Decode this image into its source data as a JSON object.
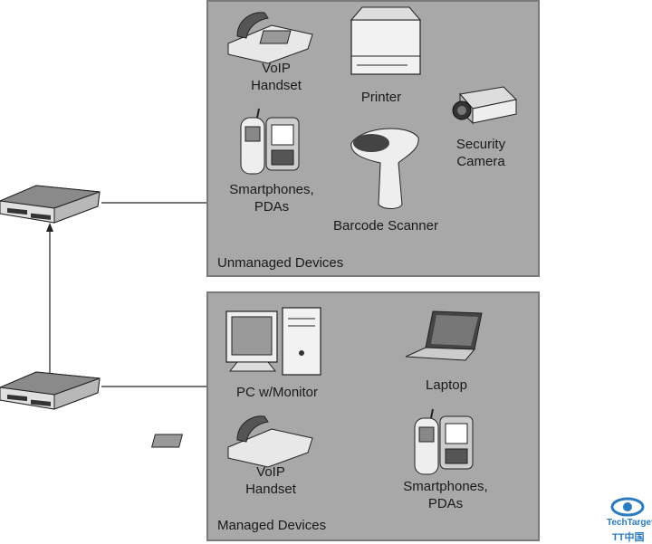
{
  "unmanaged": {
    "title": "Unmanaged Devices",
    "devices": [
      {
        "line1": "VoIP",
        "line2": "Handset"
      },
      {
        "line1": "Printer",
        "line2": ""
      },
      {
        "line1": "Security",
        "line2": "Camera"
      },
      {
        "line1": "Smartphones,",
        "line2": "PDAs"
      },
      {
        "line1": "Barcode Scanner",
        "line2": ""
      }
    ]
  },
  "managed": {
    "title": "Managed Devices",
    "devices": [
      {
        "line1": "PC w/Monitor",
        "line2": ""
      },
      {
        "line1": "Laptop",
        "line2": ""
      },
      {
        "line1": "VoIP",
        "line2": "Handset"
      },
      {
        "line1": "Smartphones,",
        "line2": "PDAs"
      }
    ]
  },
  "logo": {
    "brand": "TechTarget",
    "sub": "TT中国"
  }
}
